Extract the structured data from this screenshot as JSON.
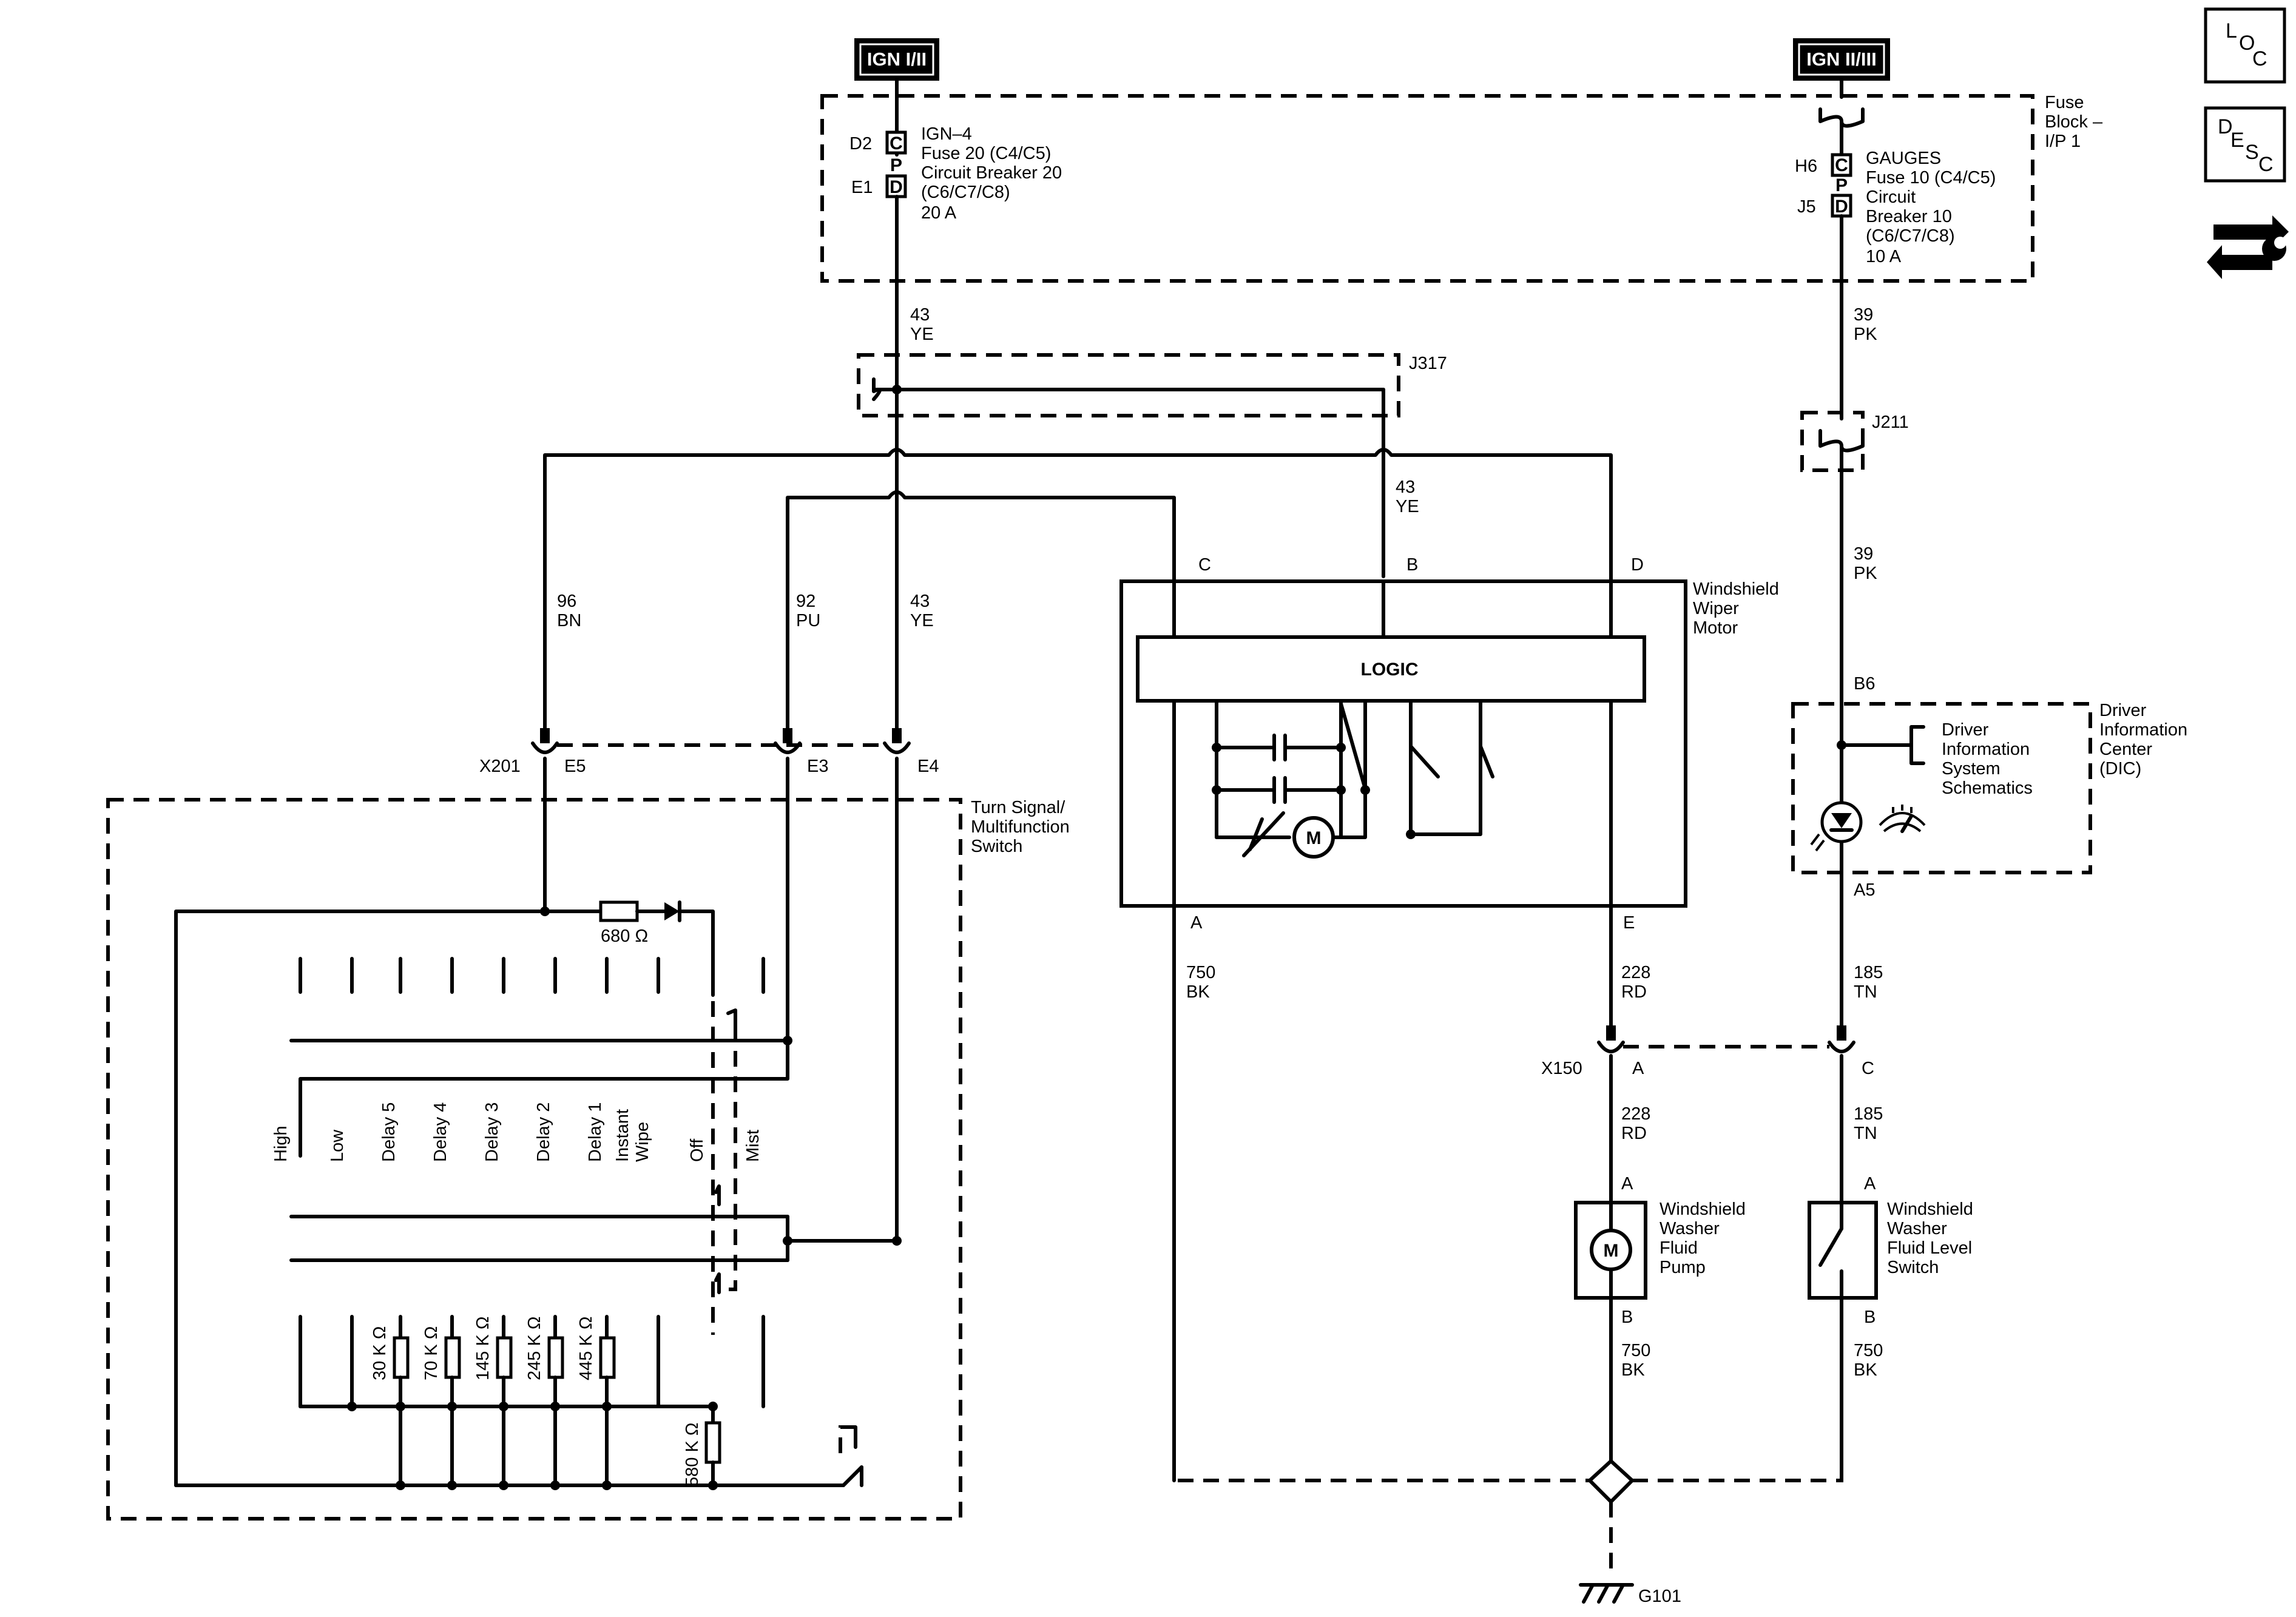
{
  "power": {
    "ign_left": "IGN I/II",
    "ign_right": "IGN II/III"
  },
  "fuse_block": {
    "name_line1": "Fuse",
    "name_line2": "Block –",
    "name_line3": "I/P 1",
    "left_fuse": {
      "pin_top": "D2",
      "pin_bottom": "E1",
      "lines": [
        "IGN–4",
        "Fuse 20 (C4/C5)",
        "Circuit Breaker 20",
        "(C6/C7/C8)",
        "20 A"
      ]
    },
    "right_fuse": {
      "pin_top": "H6",
      "pin_bottom": "J5",
      "lines": [
        "GAUGES",
        "Fuse 10 (C4/C5)",
        "Circuit",
        "Breaker 10",
        "(C6/C7/C8)",
        "10 A"
      ]
    },
    "cpd_letters": [
      "C",
      "P",
      "D"
    ]
  },
  "wires": {
    "w43_num": "43",
    "w43_color": "YE",
    "w39_num": "39",
    "w39_color": "PK",
    "w96_num": "96",
    "w96_color": "BN",
    "w92_num": "92",
    "w92_color": "PU",
    "w750_num": "750",
    "w750_color": "BK",
    "w228_num": "228",
    "w228_color": "RD",
    "w185_num": "185",
    "w185_color": "TN"
  },
  "splices": {
    "j317": "J317",
    "j211": "J211"
  },
  "connectors": {
    "x201": "X201",
    "e5": "E5",
    "e3": "E3",
    "e4": "E4",
    "x150": "X150",
    "x150_a": "A",
    "x150_c": "C"
  },
  "wiper_motor": {
    "name": [
      "Windshield",
      "Wiper",
      "Motor"
    ],
    "pin_c": "C",
    "pin_b": "B",
    "pin_d": "D",
    "pin_a": "A",
    "pin_e": "E",
    "logic": "LOGIC",
    "motor_symbol": "M"
  },
  "dic": {
    "name": [
      "Driver",
      "Information",
      "Center",
      "(DIC)"
    ],
    "ref": [
      "Driver",
      "Information",
      "System",
      "Schematics"
    ],
    "pin_b6": "B6",
    "pin_a5": "A5"
  },
  "switch": {
    "name": [
      "Turn Signal/",
      "Multifunction",
      "Switch"
    ],
    "resistor_680": "680 Ω",
    "positions": [
      "High",
      "Low",
      "Delay 5",
      "Delay 4",
      "Delay 3",
      "Delay 2",
      "Delay 1",
      "Instant",
      "Wipe",
      "Off",
      "Mist"
    ],
    "resistors": [
      "30 K Ω",
      "70 K Ω",
      "145 K Ω",
      "245 K Ω",
      "445 K Ω"
    ],
    "resistor_580": "580 K Ω"
  },
  "pump": {
    "name": [
      "Windshield",
      "Washer",
      "Fluid",
      "Pump"
    ],
    "pin_a": "A",
    "pin_b": "B",
    "motor_symbol": "M"
  },
  "level_switch": {
    "name": [
      "Windshield",
      "Washer",
      "Fluid Level",
      "Switch"
    ],
    "pin_a": "A",
    "pin_b": "B"
  },
  "ground": {
    "label": "G101"
  },
  "side_icons": {
    "loc": [
      "L",
      "O",
      "C"
    ],
    "desc": [
      "D",
      "E",
      "S",
      "C"
    ]
  }
}
